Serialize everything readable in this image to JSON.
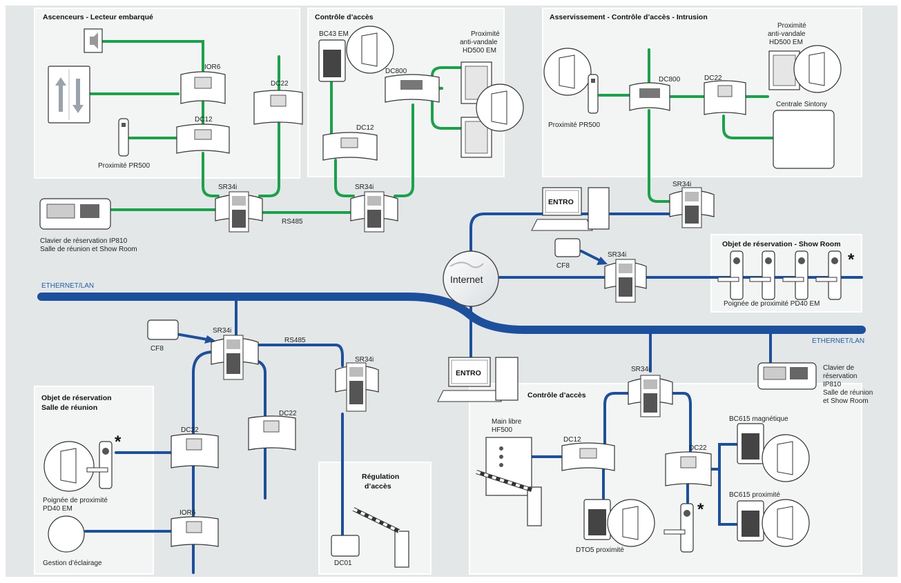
{
  "colors": {
    "green": "#1aa24a",
    "blue": "#1c4f9c",
    "panel": "#eceeee",
    "outer": "#e4e7e7"
  },
  "icons": [
    "door-icon",
    "lift-arrows-icon",
    "speaker-icon",
    "globe-icon",
    "computer-icon",
    "barrier-icon",
    "handle-icon",
    "keypad-icon",
    "card-icon",
    "lamp-icon"
  ],
  "panels": {
    "ascenseurs": "Ascenceurs - Lecteur embarqué",
    "controle1": "Contrôle d’accès",
    "asservissement": "Asservissement - Contrôle d’accès - Intrusion",
    "showroom": "Objet de réservation - Show Room",
    "reunion_l1": "Objet de réservation",
    "reunion_l2": "Salle de réunion",
    "regulation_l1": "Régulation",
    "regulation_l2": "d’accès",
    "controle2": "Contrôle d’accès"
  },
  "labels": {
    "ior6_top": "IOR6",
    "dc12_a": "DC12",
    "pr500_a": "Proximité PR500",
    "dc22_a": "DC22",
    "bc43": "BC43 EM",
    "hd500_a_l1": "Proximité",
    "hd500_a_l2": "anti-vandale",
    "hd500_a_l3": "HD500 EM",
    "dc800_a": "DC800",
    "dc12_b": "DC12",
    "sr34i_a": "SR34i",
    "sr34i_b": "SR34i",
    "rs485_a": "RS485",
    "ip810_a_l1": "Clavier de réservation IP810",
    "ip810_a_l2": "Salle de réunion et Show Room",
    "pr500_b": "Proximité PR500",
    "dc800_b": "DC800",
    "dc22_b": "DC22",
    "hd500_b_l1": "Proximité",
    "hd500_b_l2": "anti-vandale",
    "hd500_b_l3": "HD500 EM",
    "sintony": "Centrale Sintony",
    "sr34i_c": "SR34i",
    "entro_a": "ENTRO",
    "cf8_a": "CF8",
    "sr34i_d": "SR34i",
    "pd40_show": "Poignée de proximité PD40 EM",
    "internet": "Internet",
    "eth_left": "ETHERNET/LAN",
    "eth_right": "ETHERNET/LAN",
    "cf8_b": "CF8",
    "sr34i_e": "SR34i",
    "rs485_b": "RS485",
    "sr34i_f": "SR34i",
    "dc22_c": "DC22",
    "dc22_d": "DC22",
    "pd40_r_l1": "Poignée de proximité",
    "pd40_r_l2": "PD40 EM",
    "ior6_bottom": "IOR6",
    "eclairage": "Gestion d’éclairage",
    "dc01": "DC01",
    "entro_b": "ENTRO",
    "sr34i_g": "SR34i",
    "hf500_l1": "Main libre",
    "hf500_l2": "HF500",
    "dc12_c": "DC12",
    "dc22_e": "DC22",
    "bc615_mag": "BC615 magnétique",
    "bc615_prox": "BC615 proximité",
    "dto5": "DTO5 proximité",
    "ip810_b_l1": "Clavier de",
    "ip810_b_l2": "réservation",
    "ip810_b_l3": "IP810",
    "ip810_b_l4": "Salle de réunion",
    "ip810_b_l5": "et Show Room",
    "asterisk": "*"
  }
}
